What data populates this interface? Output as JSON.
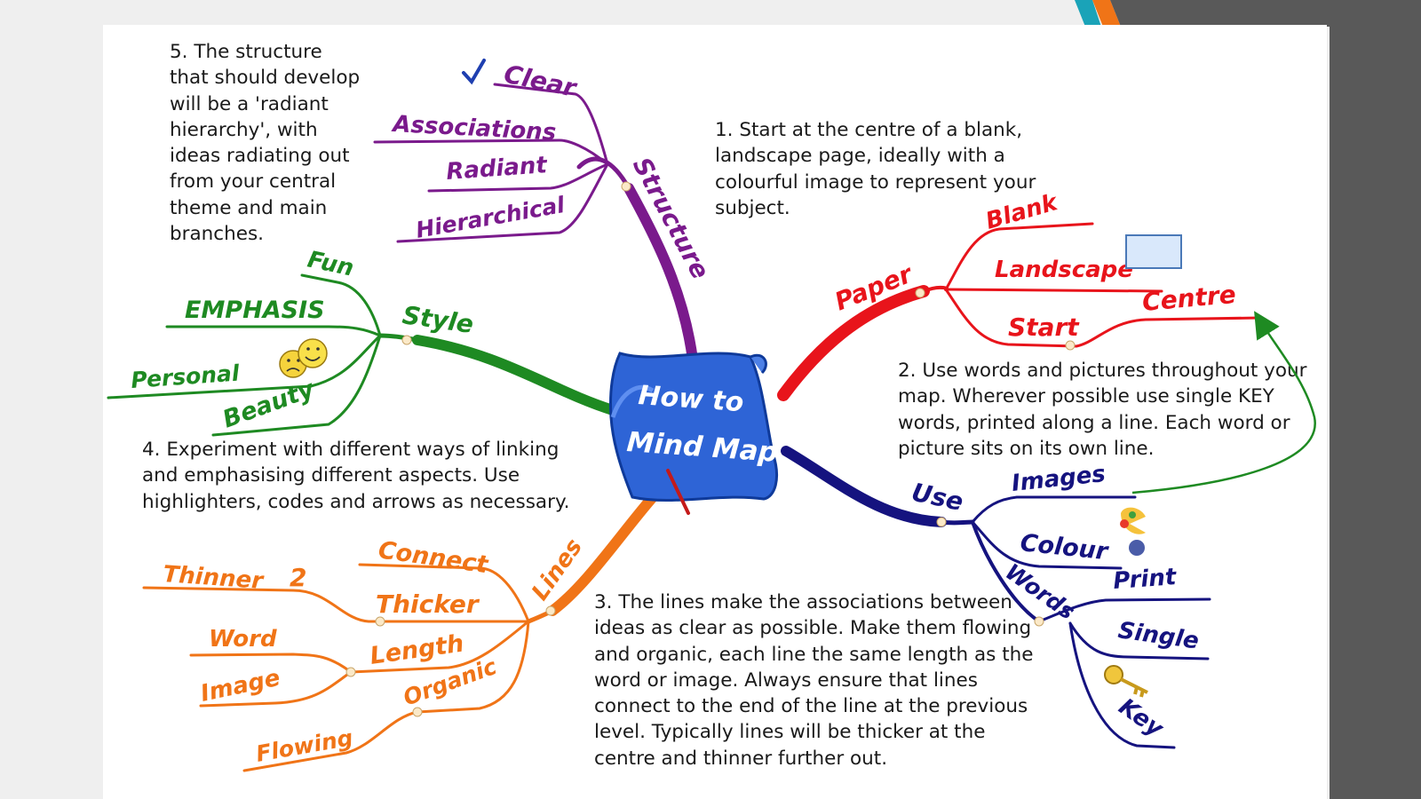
{
  "colors": {
    "structure": "#7a1a8c",
    "paper": "#e8141b",
    "use": "#15137f",
    "lines": "#f07417",
    "style": "#1e8a22",
    "central": "#2e64d6"
  },
  "notes": {
    "n1": "1. Start at the centre of a blank,\nlandscape page, ideally with a\ncolourful image to represent your\nsubject.",
    "n2": "2. Use words and pictures throughout your\nmap. Wherever possible use single KEY\nwords, printed along a line. Each word or\npicture sits on its own line.",
    "n3": "3. The lines make the associations between\nideas as clear as possible. Make them flowing\nand organic, each line the same length as the\nword or image. Always ensure that lines\nconnect to the end of the line at the previous\nlevel. Typically lines will be thicker at the\ncentre and thinner further out.",
    "n4": "4. Experiment with different ways of linking\nand emphasising different aspects. Use\nhighlighters, codes and arrows as necessary.",
    "n5": "5. The structure\nthat should develop\nwill be a 'radiant\nhierarchy', with\nideas radiating out\nfrom your central\ntheme and main\nbranches."
  },
  "central": {
    "line1": "How to",
    "line2": "Mind Map"
  },
  "branches": {
    "structure": {
      "label": "Structure",
      "items": [
        "Clear",
        "Associations",
        "Radiant",
        "Hierarchical"
      ]
    },
    "paper": {
      "label": "Paper",
      "items": [
        "Blank",
        "Landscape",
        "Start",
        "Centre"
      ]
    },
    "use": {
      "label": "Use",
      "items": [
        "Images",
        "Colour"
      ],
      "words": {
        "label": "Words",
        "items": [
          "Print",
          "Single",
          "Key"
        ]
      }
    },
    "lines": {
      "label": "Lines",
      "thicker": "Thicker",
      "thinner": "Thinner",
      "connect": "Connect",
      "length": "Length",
      "word": "Word",
      "image": "Image",
      "organic": "Organic",
      "flowing": "Flowing",
      "two": "2"
    },
    "style": {
      "label": "Style",
      "items": [
        "Fun",
        "EMPHASIS",
        "Personal",
        "Beauty"
      ]
    }
  },
  "icons": [
    "checkmark-icon",
    "rectangle-icon",
    "smiley-faces-icon",
    "palette-icon",
    "key-icon",
    "pen-icon"
  ]
}
